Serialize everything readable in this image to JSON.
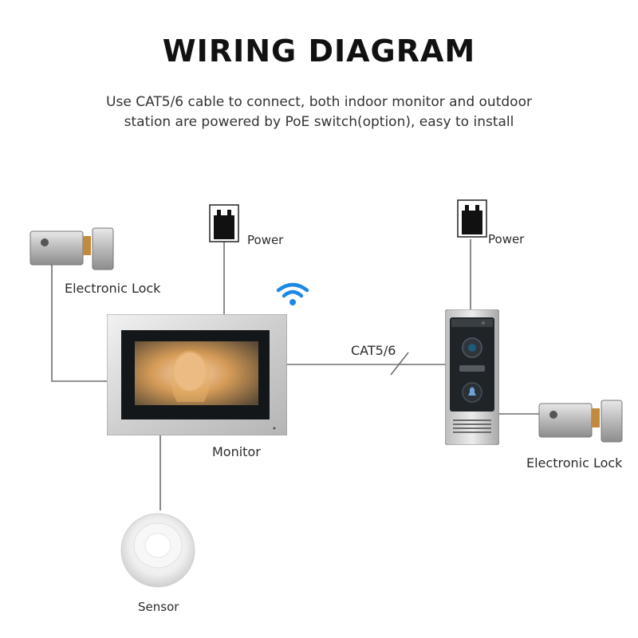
{
  "header": {
    "title": "WIRING DIAGRAM",
    "subtitle_line1": "Use CAT5/6 cable to connect, both indoor monitor and outdoor",
    "subtitle_line2": "station are powered by PoE switch(option), easy to install"
  },
  "labels": {
    "power_left": "Power",
    "power_right": "Power",
    "lock_left": "Electronic Lock",
    "lock_right": "Electronic Lock",
    "monitor": "Monitor",
    "cable": "CAT5/6",
    "sensor": "Sensor"
  },
  "icons": {
    "wifi": "wifi-icon",
    "plug": "power-adapter-icon",
    "lock": "electronic-lock-icon",
    "bell": "bell-icon"
  },
  "colors": {
    "wire": "#6e6e6e",
    "wifi": "#1e88e5",
    "text": "#2b2b2b",
    "panel_dark": "#1f2428"
  }
}
